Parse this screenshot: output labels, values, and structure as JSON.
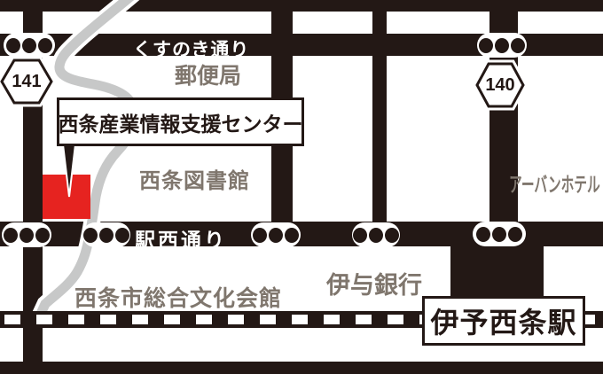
{
  "map": {
    "title_note": "access map",
    "streets": {
      "kusunoki": "くすのき通り",
      "ekinishi": "駅西通り"
    },
    "facilities": {
      "post_office": "郵便局",
      "library": "西条図書館",
      "hotel": "アーバンホテル",
      "bank": "伊与銀行",
      "culture_hall": "西条市総合文化会館"
    },
    "labels": {
      "destination": "西条産業情報支援センター",
      "station": "伊予西条駅"
    },
    "routes": {
      "r141": "141",
      "r140": "140"
    },
    "colors": {
      "road_black": "#231815",
      "gray_road": "#c7c8c8",
      "destination_marker_red": "#e62320",
      "facility_text_gray": "#7f766d"
    }
  }
}
